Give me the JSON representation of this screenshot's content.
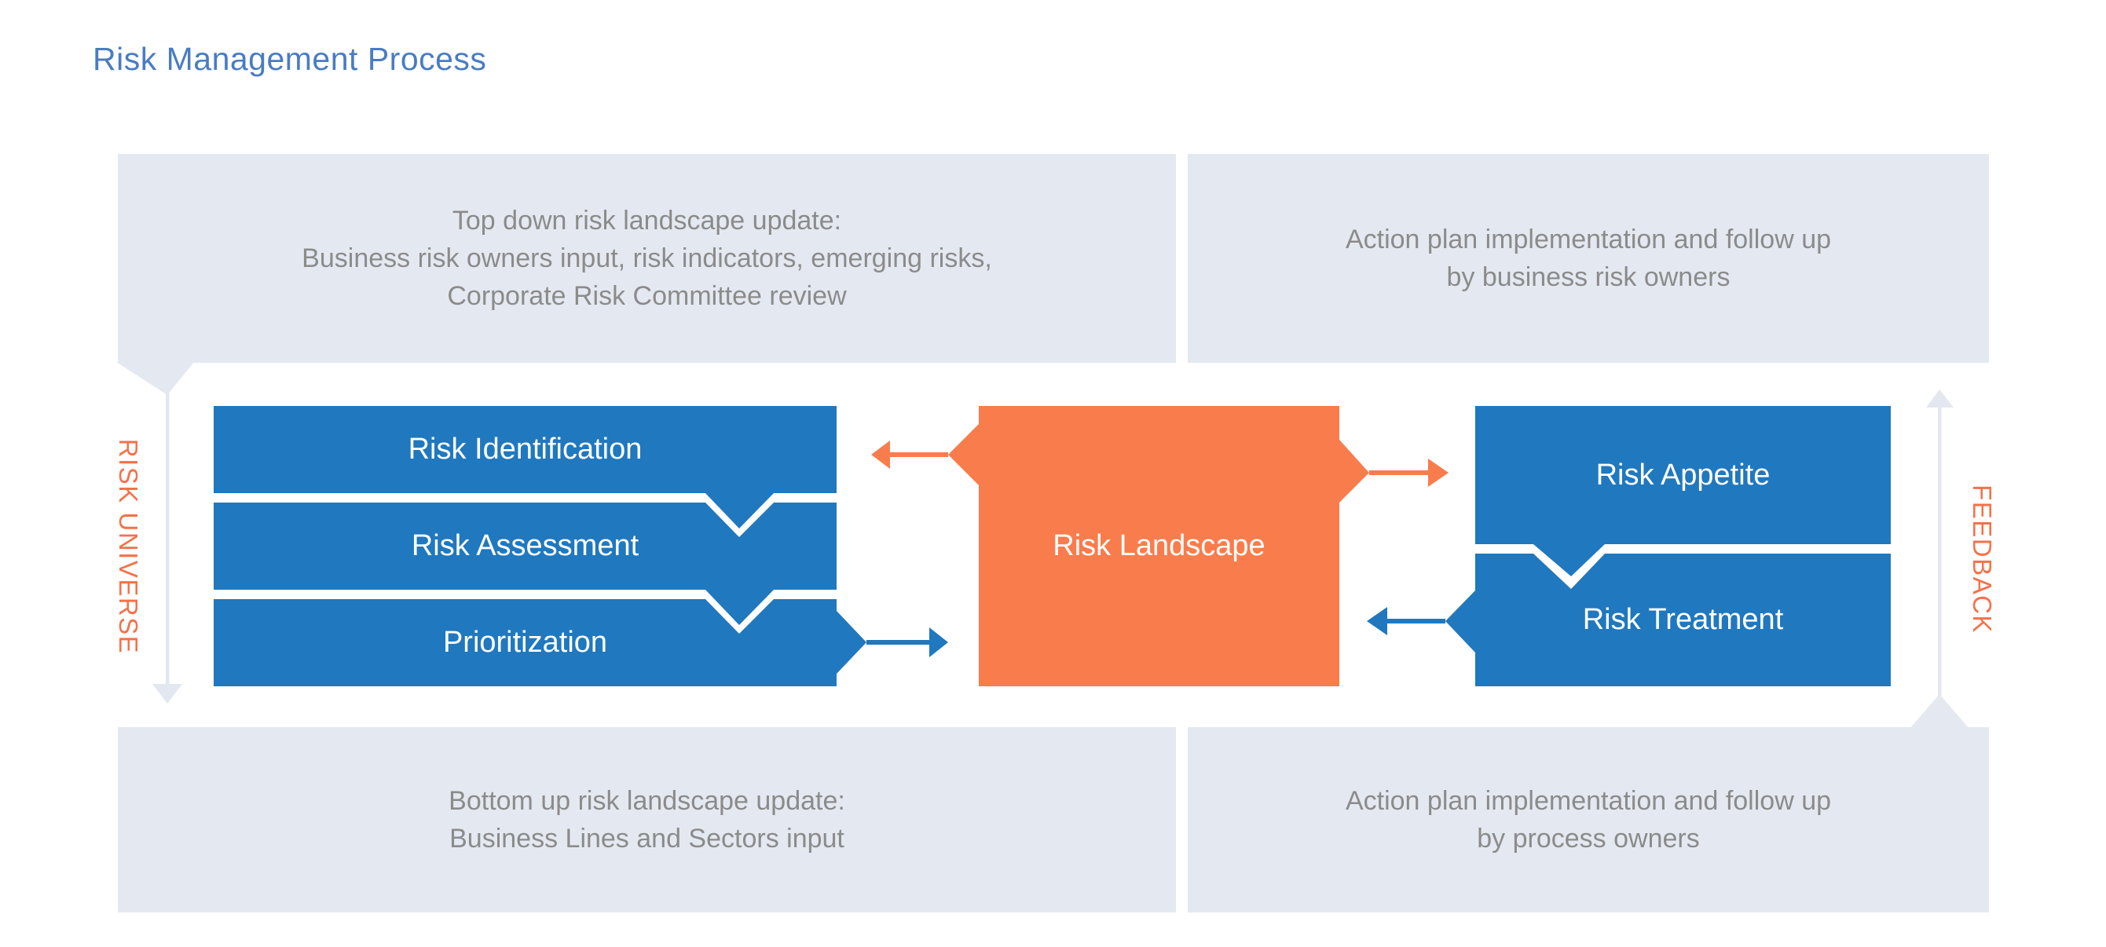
{
  "title": "Risk Management Process",
  "panels": {
    "top_left": {
      "lines": [
        "Top down risk landscape update:",
        "Business risk owners input, risk indicators, emerging risks,",
        "Corporate Risk Committee review"
      ]
    },
    "top_right": {
      "lines": [
        "Action plan implementation and follow up",
        "by business risk owners"
      ]
    },
    "bottom_left": {
      "lines": [
        "Bottom up risk landscape update:",
        "Business Lines and Sectors input"
      ]
    },
    "bottom_right": {
      "lines": [
        "Action plan implementation and follow up",
        "by process owners"
      ]
    }
  },
  "flow": {
    "vertical_left_label": "RISK UNIVERSE",
    "vertical_right_label": "FEEDBACK",
    "left_steps": [
      "Risk Identification",
      "Risk Assessment",
      "Prioritization"
    ],
    "center_label": "Risk Landscape",
    "right_steps": [
      "Risk Appetite",
      "Risk Treatment"
    ]
  },
  "colors": {
    "accent_blue": "#2078be",
    "accent_orange": "#f97c4c",
    "panel_gray": "#e4e9f1",
    "panel_text_gray": "#8b8b8b",
    "title_blue": "#4a7cc2",
    "vertical_label_orange": "#f5714a",
    "flow_arrow_light": "#e2e7f0"
  }
}
